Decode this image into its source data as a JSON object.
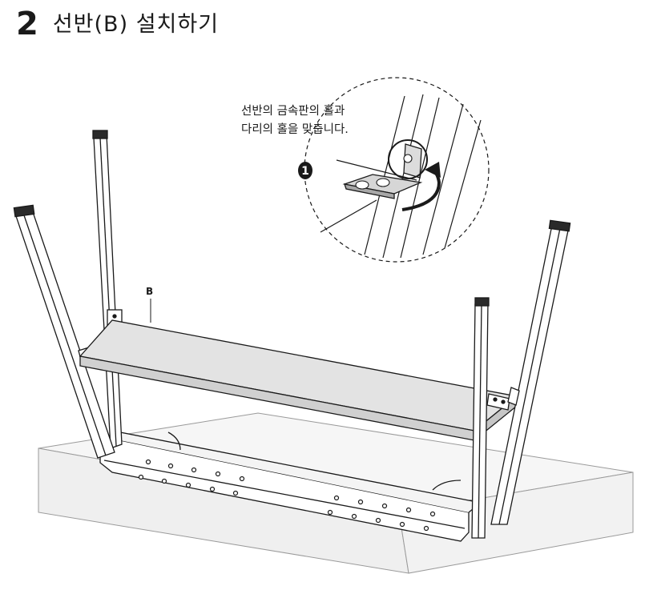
{
  "step": {
    "number": "2",
    "title": "선반(B) 설치하기"
  },
  "callout": {
    "line1": "선반의 금속판의 홀과",
    "line2": "다리의 홀을 맞춥니다."
  },
  "markers": {
    "step_marker": "1"
  },
  "part_label": "B",
  "colors": {
    "line": "#1a1a1a",
    "shelf_fill": "#e2e2e2",
    "table_fill": "#f4f4f4"
  }
}
